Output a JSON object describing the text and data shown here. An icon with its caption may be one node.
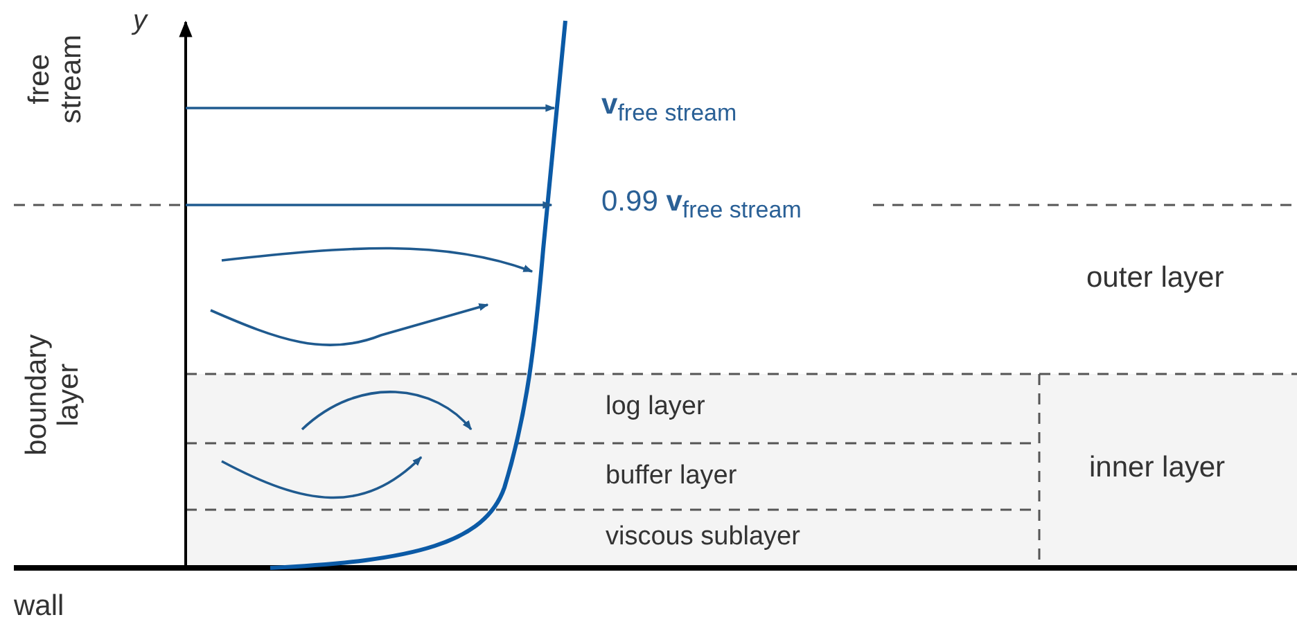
{
  "diagram": {
    "labels": [
      "y",
      "free stream",
      "boundary layer",
      "**v**$_{free stream}$",
      "0.99 **v**$_{free stream}$",
      "outer layer",
      "log layer",
      "buffer layer",
      "viscous sublayer",
      "inner layer",
      "wall"
    ]
  }
}
